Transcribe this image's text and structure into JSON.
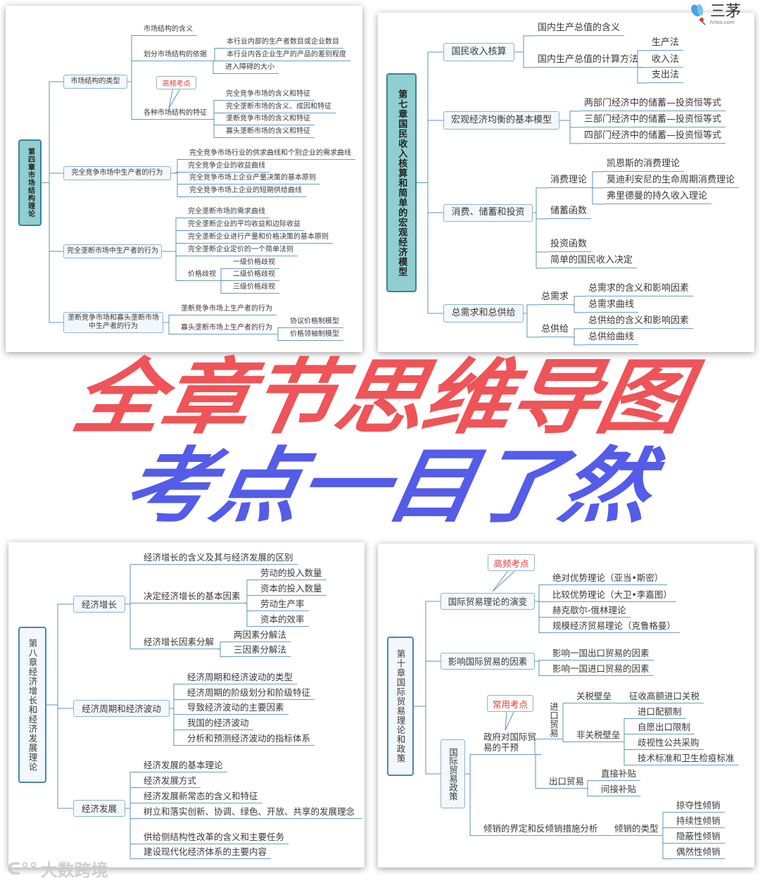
{
  "overlay": {
    "line1": "全章节思维导图",
    "line2": "考点一目了然",
    "line1_color": "#ee5458",
    "line2_color": "#545ce8"
  },
  "logo": {
    "name": "三茅",
    "domain": "hrloo.com"
  },
  "watermark": {
    "text": "大数跨境"
  },
  "colors": {
    "connector": "#5e93bd",
    "callout_text": "#e53935",
    "root_teal": "#8fcfd1"
  },
  "maps": [
    {
      "title": "第四章市场结构理论",
      "callouts": [
        "高频考点"
      ],
      "branches": [
        {
          "label": "市场结构的类型",
          "children": [
            {
              "label": "市场结构的含义"
            },
            {
              "label": "划分市场结构的依据",
              "children": [
                {
                  "label": "本行业内部的生产者数目或企业数目"
                },
                {
                  "label": "本行业内各企业生产的产品的差别程度"
                },
                {
                  "label": "进入障碍的大小"
                }
              ]
            },
            {
              "label": "各种市场结构的特征",
              "children": [
                {
                  "label": "完全竞争市场的含义和特征"
                },
                {
                  "label": "完全垄断市场的含义、成因和特征"
                },
                {
                  "label": "垄断竞争市场的含义和特征"
                },
                {
                  "label": "寡头垄断市场的含义和特征"
                }
              ]
            }
          ]
        },
        {
          "label": "完全竞争市场中生产者的行为",
          "children": [
            {
              "label": "完全竞争市场行业的供求曲线和个别企业的需求曲线"
            },
            {
              "label": "完全竞争企业的收益曲线"
            },
            {
              "label": "完全竞争市场上企业产量决策的基本原则"
            },
            {
              "label": "完全竞争市场上企业的短期供给曲线"
            }
          ]
        },
        {
          "label": "完全垄断市场中生产者的行为",
          "children": [
            {
              "label": "完全垄断市场的需求曲线"
            },
            {
              "label": "完全垄断企业的平均收益和边际收益"
            },
            {
              "label": "完全垄断企业进行产量和价格决策的基本原则"
            },
            {
              "label": "完全垄断企业定价的一个简单法则"
            },
            {
              "label": "价格歧视",
              "children": [
                {
                  "label": "一级价格歧视"
                },
                {
                  "label": "二级价格歧视"
                },
                {
                  "label": "三级价格歧视"
                }
              ]
            }
          ]
        },
        {
          "label": "垄断竞争市场和寡头垄断市场中生产者的行为",
          "children": [
            {
              "label": "垄断竞争市场上生产者的行为"
            },
            {
              "label": "寡头垄断市场上生产者的行为",
              "children": [
                {
                  "label": "协议价格制模型"
                },
                {
                  "label": "价格领袖制模型"
                }
              ]
            }
          ]
        }
      ]
    },
    {
      "title": "第七章国民收入核算和简单的宏观经济模型",
      "callouts": [],
      "branches": [
        {
          "label": "国民收入核算",
          "children": [
            {
              "label": "国内生产总值的含义"
            },
            {
              "label": "国内生产总值的计算方法",
              "children": [
                {
                  "label": "生产法"
                },
                {
                  "label": "收入法"
                },
                {
                  "label": "支出法"
                }
              ]
            }
          ]
        },
        {
          "label": "宏观经济均衡的基本模型",
          "children": [
            {
              "label": "两部门经济中的储蓄—投资恒等式"
            },
            {
              "label": "三部门经济中的储蓄—投资恒等式"
            },
            {
              "label": "四部门经济中的储蓄—投资恒等式"
            }
          ]
        },
        {
          "label": "消费、储蓄和投资",
          "children": [
            {
              "label": "消费理论",
              "children": [
                {
                  "label": "凯恩斯的消费理论"
                },
                {
                  "label": "莫迪利安尼的生命周期消费理论"
                },
                {
                  "label": "弗里德曼的持久收入理论"
                }
              ]
            },
            {
              "label": "储蓄函数"
            },
            {
              "label": "投资函数"
            },
            {
              "label": "简单的国民收入决定"
            }
          ]
        },
        {
          "label": "总需求和总供给",
          "children": [
            {
              "label": "总需求",
              "children": [
                {
                  "label": "总需求的含义和影响因素"
                },
                {
                  "label": "总需求曲线"
                }
              ]
            },
            {
              "label": "总供给",
              "children": [
                {
                  "label": "总供给的含义和影响因素"
                },
                {
                  "label": "总供给曲线"
                }
              ]
            }
          ]
        }
      ]
    },
    {
      "title": "第八章经济增长和经济发展理论",
      "callouts": [],
      "branches": [
        {
          "label": "经济增长",
          "children": [
            {
              "label": "经济增长的含义及其与经济发展的区别"
            },
            {
              "label": "决定经济增长的基本因素",
              "children": [
                {
                  "label": "劳动的投入数量"
                },
                {
                  "label": "资本的投入数量"
                },
                {
                  "label": "劳动生产率"
                },
                {
                  "label": "资本的效率"
                }
              ]
            },
            {
              "label": "经济增长因素分解",
              "children": [
                {
                  "label": "两因素分解法"
                },
                {
                  "label": "三因素分解法"
                }
              ]
            }
          ]
        },
        {
          "label": "经济周期和经济波动",
          "children": [
            {
              "label": "经济周期和经济波动的类型"
            },
            {
              "label": "经济周期的阶级划分和阶级特征"
            },
            {
              "label": "导致经济波动的主要因素"
            },
            {
              "label": "我国的经济波动"
            },
            {
              "label": "分析和预测经济波动的指标体系"
            }
          ]
        },
        {
          "label": "经济发展",
          "children": [
            {
              "label": "经济发展的基本理论"
            },
            {
              "label": "经济发展方式"
            },
            {
              "label": "经济发展新常态的含义和特征"
            },
            {
              "label": "树立和落实创新、协调、绿色、开放、共享的发展理念"
            },
            {
              "label": "供给侧结构性改革的含义和主要任务"
            },
            {
              "label": "建设现代化经济体系的主要内容"
            }
          ]
        }
      ]
    },
    {
      "title": "第十章国际贸易理论和政策",
      "callouts": [
        "高频考点",
        "常用考点"
      ],
      "branches": [
        {
          "label": "国际贸易理论的演变",
          "children": [
            {
              "label": "绝对优势理论（亚当•斯密）"
            },
            {
              "label": "比较优势理论（大卫•李嘉图）"
            },
            {
              "label": "赫克歇尔-俄林理论"
            },
            {
              "label": "规模经济贸易理论（克鲁格曼）"
            }
          ]
        },
        {
          "label": "影响国际贸易的因素",
          "children": [
            {
              "label": "影响一国出口贸易的因素"
            },
            {
              "label": "影响一国进口贸易的因素"
            }
          ]
        },
        {
          "label": "国际贸易政策",
          "children": [
            {
              "label": "政府对国际贸易的干预",
              "children": [
                {
                  "label": "进口贸易",
                  "children": [
                    {
                      "label": "关税壁垒",
                      "children": [
                        {
                          "label": "征收高额进口关税"
                        }
                      ]
                    },
                    {
                      "label": "非关税壁垒",
                      "children": [
                        {
                          "label": "进口配额制"
                        },
                        {
                          "label": "自愿出口限制"
                        },
                        {
                          "label": "歧视性公共采购"
                        },
                        {
                          "label": "技术标准和卫生检疫标准"
                        }
                      ]
                    }
                  ]
                },
                {
                  "label": "出口贸易",
                  "children": [
                    {
                      "label": "直接补贴"
                    },
                    {
                      "label": "间接补贴"
                    }
                  ]
                }
              ]
            },
            {
              "label": "倾销的界定和反倾销措施分析",
              "children": [
                {
                  "label": "倾销的类型",
                  "children": [
                    {
                      "label": "掠夺性倾销"
                    },
                    {
                      "label": "持续性倾销"
                    },
                    {
                      "label": "隐蔽性倾销"
                    },
                    {
                      "label": "偶然性倾销"
                    }
                  ]
                }
              ]
            }
          ]
        }
      ]
    }
  ]
}
